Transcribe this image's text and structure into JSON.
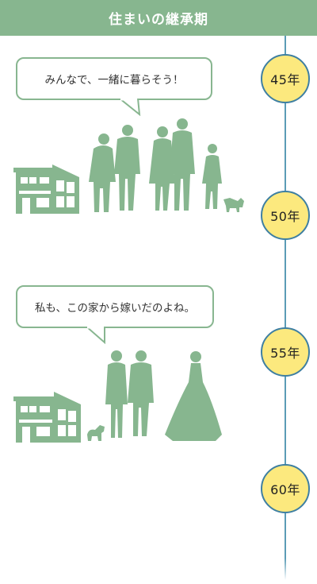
{
  "header": {
    "title": "住まいの継承期"
  },
  "timeline": {
    "years": [
      "45年",
      "50年",
      "55年",
      "60年"
    ]
  },
  "speech": [
    "みんなで、一緒に暮らそう！",
    "私も、この家から嫁いだのよね。"
  ],
  "colors": {
    "header_bg": "#87b68f",
    "silhouette": "#87b68f",
    "timeline": "#3e7fa2",
    "badge_fill": "#fce97e"
  }
}
